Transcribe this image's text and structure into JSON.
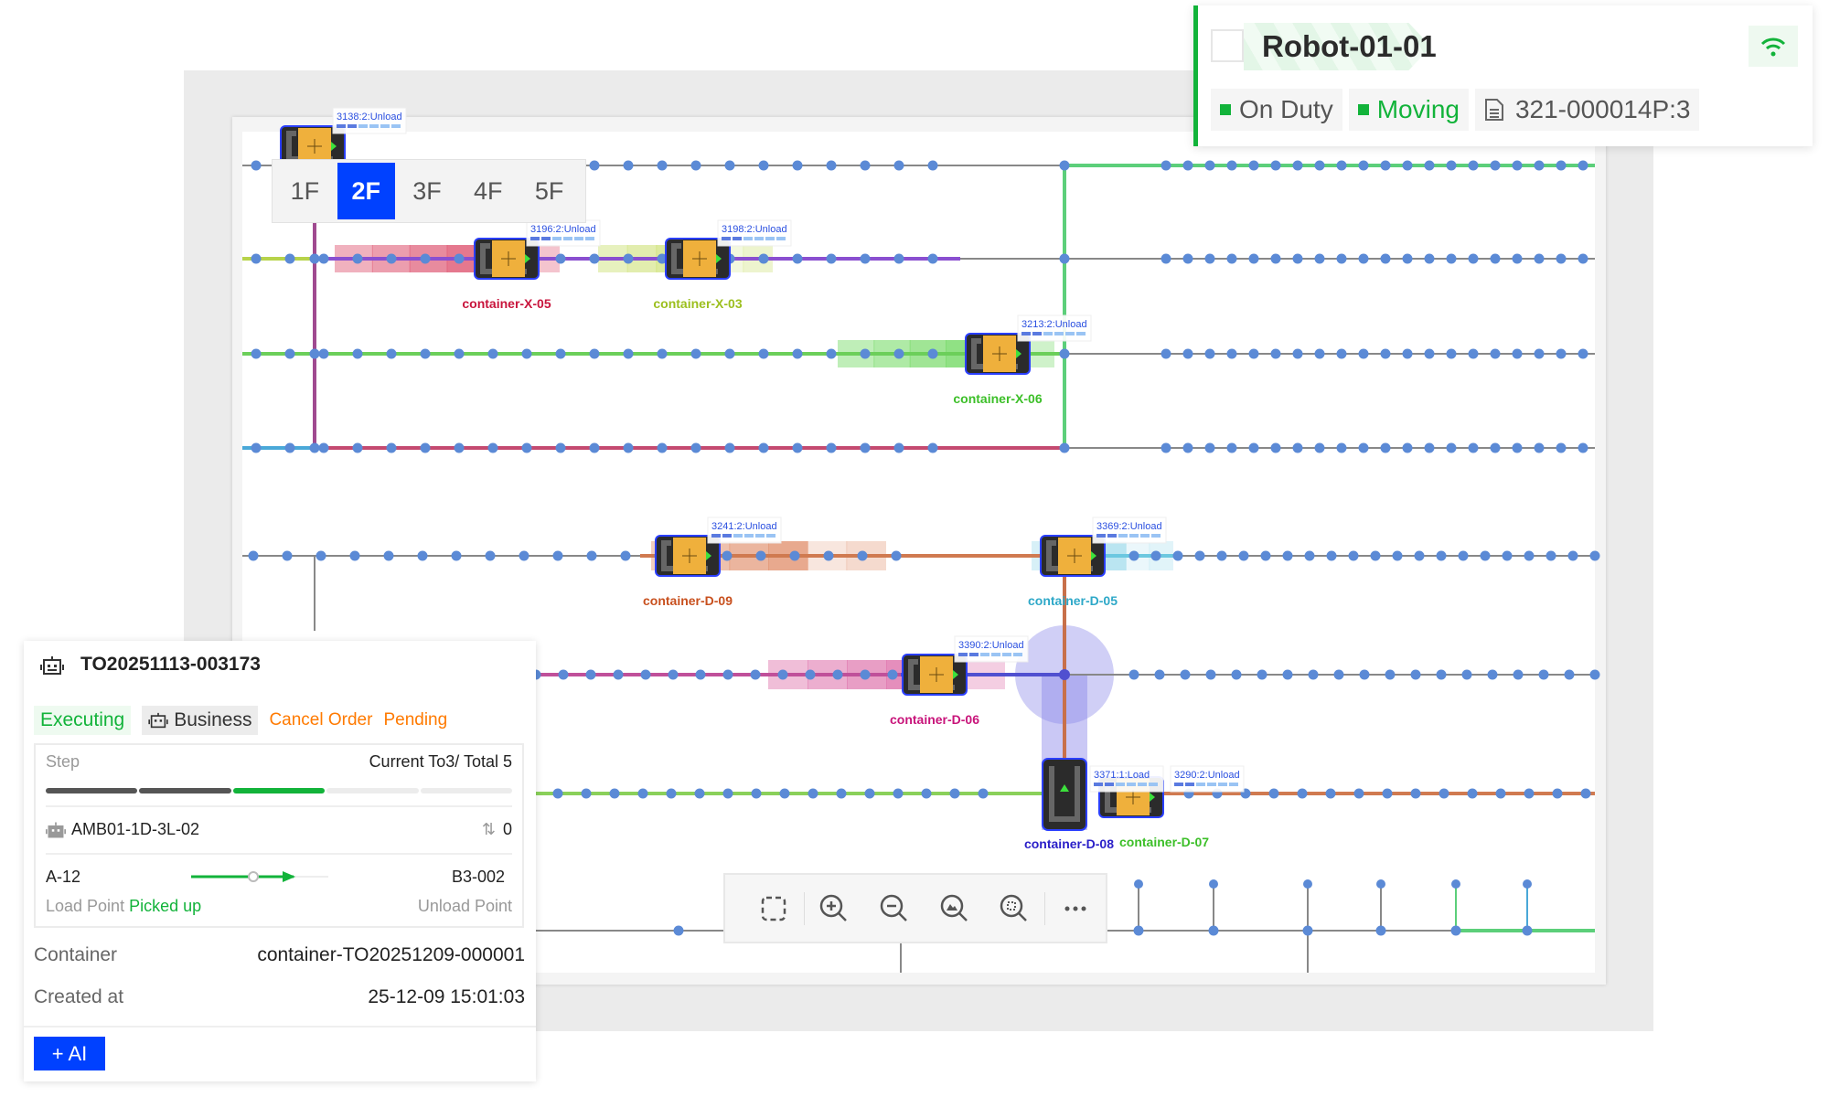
{
  "floor_selector": {
    "floors": [
      "1F",
      "2F",
      "3F",
      "4F",
      "5F"
    ],
    "active": "2F"
  },
  "robot_card": {
    "name": "Robot-01-01",
    "duty": "On Duty",
    "motion": "Moving",
    "task_ref": "321-000014P:3",
    "signal_icon": "wifi-icon"
  },
  "order_panel": {
    "order_id": "TO20251113-003173",
    "status": "Executing",
    "type": "Business",
    "cancel_label": "Cancel Order",
    "state": "Pending",
    "step_label": "Step",
    "step_progress": "Current To3/ Total 5",
    "step_current": 3,
    "step_total": 5,
    "robot": "AMB01-1D-3L-02",
    "lift_count": "0",
    "from": "A-12",
    "to": "B3-002",
    "from_label": "Load Point",
    "pickup_status": "Picked up",
    "to_label": "Unload Point",
    "container_label": "Container",
    "container_value": "container-TO20251209-000001",
    "created_label": "Created at",
    "created_value": "25-12-09 15:01:03",
    "ai_button": "+ AI"
  },
  "map": {
    "robots": [
      {
        "task": "3138:2:Unload",
        "container": "",
        "color": "#6a3fd0"
      },
      {
        "task": "3196:2:Unload",
        "container": "container-X-05",
        "color": "#c8143c"
      },
      {
        "task": "3198:2:Unload",
        "container": "container-X-03",
        "color": "#9cbf1e"
      },
      {
        "task": "3213:2:Unload",
        "container": "container-X-06",
        "color": "#3cbf28"
      },
      {
        "task": "3241:2:Unload",
        "container": "container-D-09",
        "color": "#c8501e"
      },
      {
        "task": "3369:2:Unload",
        "container": "container-D-05",
        "color": "#2ea8c8"
      },
      {
        "task": "3390:2:Unload",
        "container": "container-D-06",
        "color": "#c8147a"
      },
      {
        "task": "3371:1:Load",
        "container": "container-D-08",
        "color": "#2a1fc8"
      },
      {
        "task": "3290:2:Unload",
        "container": "container-D-07",
        "color": "#3cbf28"
      }
    ]
  },
  "toolbar": {
    "icons": [
      "box-select-icon",
      "zoom-in-icon",
      "zoom-out-icon",
      "zoom-fit-image-icon",
      "zoom-region-icon",
      "more-icon"
    ]
  },
  "colors": {
    "accent": "#0041ff",
    "success": "#12b33a",
    "warning": "#ff7a00",
    "node": "#5b8ad6"
  }
}
